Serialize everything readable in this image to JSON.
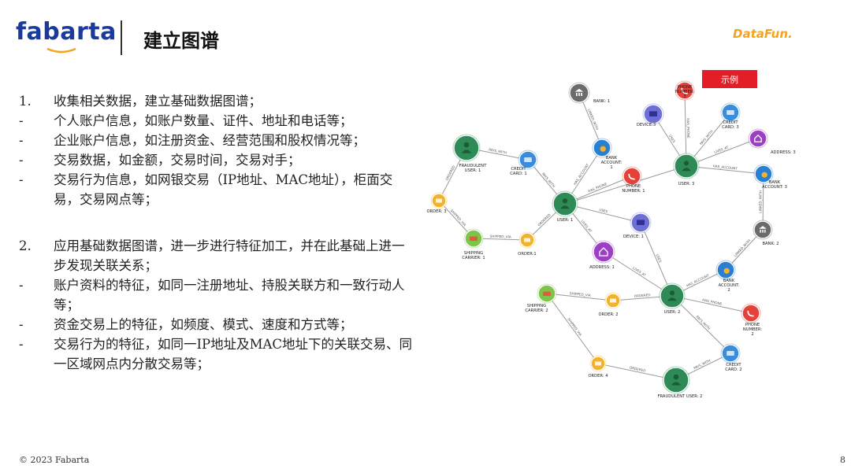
{
  "header": {
    "logo": "fabarta",
    "title": "建立图谱",
    "partner_logo": "DataFun."
  },
  "section1": {
    "number": "1.",
    "heading": "收集相关数据，建立基础数据图谱；",
    "items": [
      "个人账户信息，如账户数量、证件、地址和电话等；",
      "企业账户信息，如注册资金、经营范围和股权情况等；",
      "交易数据，如金额，交易时间，交易对手；",
      "交易行为信息，如网银交易（IP地址、MAC地址），柜面交易，交易网点等；"
    ]
  },
  "section2": {
    "number": "2.",
    "heading": "应用基础数据图谱，进一步进行特征加工，并在此基础上进一步发现关联关系；",
    "items": [
      "账户资料的特征，如同一注册地址、持股关联方和一致行动人等；",
      "资金交易上的特征，如频度、模式、速度和方式等；",
      "交易行为的特征，如同一IP地址及MAC地址下的关联交易、同一区域网点内分散交易等；"
    ]
  },
  "graph": {
    "example_label": "示例",
    "nodes": [
      {
        "id": "bank1",
        "label": [
          "BANK: 1"
        ],
        "type": "bank"
      },
      {
        "id": "device3",
        "label": [
          "DEVICE:3"
        ],
        "type": "device"
      },
      {
        "id": "phone3",
        "label": [
          "PHONE",
          "NUMBER:",
          "3"
        ],
        "type": "phone"
      },
      {
        "id": "credit3",
        "label": [
          "CREDIT",
          "CARD: 3"
        ],
        "type": "card"
      },
      {
        "id": "address3",
        "label": [
          "ADDRESS: 3"
        ],
        "type": "address"
      },
      {
        "id": "fraud1",
        "label": [
          "FRAUDULENT",
          "USER: 1"
        ],
        "type": "user"
      },
      {
        "id": "credit1",
        "label": [
          "CREDIT",
          "CARD: 1"
        ],
        "type": "card"
      },
      {
        "id": "bankacc1",
        "label": [
          "BANK",
          "ACCOUNT:",
          "1"
        ],
        "type": "account"
      },
      {
        "id": "user3",
        "label": [
          "USER: 3"
        ],
        "type": "user"
      },
      {
        "id": "bankacc3",
        "label": [
          "BANK",
          "ACCOUNT: 3"
        ],
        "type": "account"
      },
      {
        "id": "phone1",
        "label": [
          "PHONE",
          "NUMBER: 1"
        ],
        "type": "phone"
      },
      {
        "id": "order3",
        "label": [
          "ORDER: 3"
        ],
        "type": "order"
      },
      {
        "id": "user1",
        "label": [
          "USER: 1"
        ],
        "type": "user"
      },
      {
        "id": "device1",
        "label": [
          "DEVICE: 1"
        ],
        "type": "device"
      },
      {
        "id": "bank2",
        "label": [
          "BANK: 2"
        ],
        "type": "bank"
      },
      {
        "id": "ship1",
        "label": [
          "SHIPPING",
          "CARRIER: 1"
        ],
        "type": "ship"
      },
      {
        "id": "order1",
        "label": [
          "ORDER:1"
        ],
        "type": "order"
      },
      {
        "id": "address1",
        "label": [
          "ADDRESS: 1"
        ],
        "type": "address"
      },
      {
        "id": "bankacc2",
        "label": [
          "BANK",
          "ACCOUNT:",
          "2"
        ],
        "type": "account"
      },
      {
        "id": "ship2",
        "label": [
          "SHIPPING",
          "CARRIER: 2"
        ],
        "type": "ship"
      },
      {
        "id": "order2",
        "label": [
          "ORDER: 2"
        ],
        "type": "order"
      },
      {
        "id": "user2",
        "label": [
          "USER: 2"
        ],
        "type": "user"
      },
      {
        "id": "phone2",
        "label": [
          "PHONE",
          "NUMBER:",
          "2"
        ],
        "type": "phone"
      },
      {
        "id": "credit2",
        "label": [
          "CREDIT",
          "CARD: 2"
        ],
        "type": "card"
      },
      {
        "id": "order4",
        "label": [
          "ORDER: 4"
        ],
        "type": "order"
      },
      {
        "id": "fraud2",
        "label": [
          "FRAUDULENT USER: 2"
        ],
        "type": "user"
      }
    ],
    "edges": [
      {
        "from": "fraud1",
        "to": "credit1",
        "label": "PAYS_WITH"
      },
      {
        "from": "fraud1",
        "to": "order3",
        "label": "ORDERED"
      },
      {
        "from": "order3",
        "to": "ship1",
        "label": "SHIPPED_VIA"
      },
      {
        "from": "order1",
        "to": "ship1",
        "label": "SHIPPED_VIA"
      },
      {
        "from": "credit1",
        "to": "user1",
        "label": "PAYS_WITH"
      },
      {
        "from": "user1",
        "to": "bankacc1",
        "label": "HAS_ACCOUNT"
      },
      {
        "from": "bankacc1",
        "to": "bank1",
        "label": "LINKED_WITH"
      },
      {
        "from": "user1",
        "to": "phone1",
        "label": "HAS_PHONE"
      },
      {
        "from": "user1",
        "to": "order1",
        "label": "ORDERED"
      },
      {
        "from": "user1",
        "to": "device1",
        "label": "USES"
      },
      {
        "from": "user1",
        "to": "address1",
        "label": "LIVES_AT"
      },
      {
        "from": "user1",
        "to": "user3",
        "label": ""
      },
      {
        "from": "user3",
        "to": "device3",
        "label": "USES"
      },
      {
        "from": "user3",
        "to": "phone3",
        "label": "HAS_PHONE"
      },
      {
        "from": "user3",
        "to": "credit3",
        "label": "PAYS_WITH"
      },
      {
        "from": "user3",
        "to": "address3",
        "label": "LIVES_AT"
      },
      {
        "from": "user3",
        "to": "bankacc3",
        "label": "HAS_ACCOUNT"
      },
      {
        "from": "bankacc3",
        "to": "bank2",
        "label": "LINKED_WITH"
      },
      {
        "from": "device1",
        "to": "user2",
        "label": "USES"
      },
      {
        "from": "address1",
        "to": "user2",
        "label": "LIVES_AT"
      },
      {
        "from": "user2",
        "to": "bankacc2",
        "label": "HAS_ACCOUNT"
      },
      {
        "from": "bankacc2",
        "to": "bank2",
        "label": "LINKED_WITH"
      },
      {
        "from": "user2",
        "to": "phone2",
        "label": "HAS_PHONE"
      },
      {
        "from": "user2",
        "to": "credit2",
        "label": "PAYS_WITH"
      },
      {
        "from": "user2",
        "to": "order2",
        "label": "ORDERED"
      },
      {
        "from": "order2",
        "to": "ship2",
        "label": "SHIPPED_VIA"
      },
      {
        "from": "order4",
        "to": "ship2",
        "label": "SHIPPED_VIA"
      },
      {
        "from": "fraud2",
        "to": "order4",
        "label": "ORDERED"
      },
      {
        "from": "fraud2",
        "to": "credit2",
        "label": "PAYS_WITH"
      }
    ],
    "colors": {
      "user": "#2e8b57",
      "card": "#3a8ddb",
      "bank": "#6b6b6b",
      "account": "#2a7fd0",
      "phone": "#e3413a",
      "device": "#6d6fd6",
      "address": "#9c3fc4",
      "order": "#f2b32b",
      "ship": "#7cc44a",
      "edge": "#9a9a9a",
      "label": "#222222",
      "edge_label": "#555555"
    }
  },
  "footer": {
    "copyright": "© 2023 Fabarta",
    "page": "8"
  }
}
